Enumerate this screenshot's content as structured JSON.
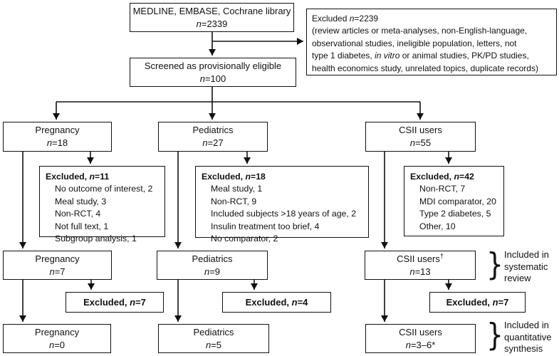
{
  "top": {
    "source": {
      "title": "MEDLINE, EMBASE, Cochrane library",
      "n_sym": "n",
      "n_val": "=2339"
    },
    "screened": {
      "title": "Screened as provisionally eligible",
      "n_sym": "n",
      "n_val": "=100"
    },
    "excluded_overall": {
      "header_pre": "Excluded ",
      "n_sym": "n",
      "n_val": "=2239",
      "line2": "(review articles or meta-analyses, non-English-language,",
      "line3": "observational studies, ineligible population, letters, not",
      "line4_pre": "type 1 diabetes, ",
      "line4_italic": "in vitro",
      "line4_post": " or animal studies, PK/PD studies,",
      "line5": "health economics study, unrelated topics, duplicate records)"
    }
  },
  "columns": [
    {
      "id": "pregnancy",
      "stage1": {
        "title": "Pregnancy",
        "n_sym": "n",
        "n_val": "=18"
      },
      "excluded": {
        "header_pre": "Excluded, ",
        "n_sym": "n",
        "n_val": "=11",
        "items": [
          "No outcome of interest, 2",
          "Meal study, 3",
          "Non-RCT, 4",
          "Not full text, 1",
          "Subgroup analysis, 1"
        ]
      },
      "stage2": {
        "title": "Pregnancy",
        "sup": "",
        "n_sym": "n",
        "n_val": "=7"
      },
      "excluded2": {
        "header_pre": "Excluded, ",
        "n_sym": "n",
        "n_val": "=7"
      },
      "stage3": {
        "title": "Pregnancy",
        "n_sym": "n",
        "n_val": "=0"
      }
    },
    {
      "id": "pediatrics",
      "stage1": {
        "title": "Pediatrics",
        "n_sym": "n",
        "n_val": "=27"
      },
      "excluded": {
        "header_pre": "Excluded, ",
        "n_sym": "n",
        "n_val": "=18",
        "items": [
          "Meal study, 1",
          "Non-RCT, 9",
          "Included subjects >18 years of age, 2",
          "Insulin treatment too brief, 4",
          "No comparator, 2"
        ]
      },
      "stage2": {
        "title": "Pediatrics",
        "sup": "",
        "n_sym": "n",
        "n_val": "=9"
      },
      "excluded2": {
        "header_pre": "Excluded, ",
        "n_sym": "n",
        "n_val": "=4"
      },
      "stage3": {
        "title": "Pediatrics",
        "n_sym": "n",
        "n_val": "=5"
      }
    },
    {
      "id": "csii",
      "stage1": {
        "title": "CSII users",
        "n_sym": "n",
        "n_val": "=55"
      },
      "excluded": {
        "header_pre": "Excluded, ",
        "n_sym": "n",
        "n_val": "=42",
        "items": [
          "Non-RCT, 7",
          "MDI comparator, 20",
          "Type 2 diabetes, 5",
          "Other, 10"
        ]
      },
      "stage2": {
        "title": "CSII users",
        "sup": "†",
        "n_sym": "n",
        "n_val": "=13"
      },
      "excluded2": {
        "header_pre": "Excluded, ",
        "n_sym": "n",
        "n_val": "=7"
      },
      "stage3": {
        "title": "CSII users",
        "n_sym": "n",
        "n_val": "=3–6*"
      }
    }
  ],
  "annotations": [
    {
      "brace": "}",
      "lines": [
        "Included in",
        "systematic",
        "review"
      ]
    },
    {
      "brace": "}",
      "lines": [
        "Included in",
        "quantitative",
        "synthesis"
      ]
    }
  ],
  "colors": {
    "line": "#111111",
    "background": "#ffffff"
  }
}
